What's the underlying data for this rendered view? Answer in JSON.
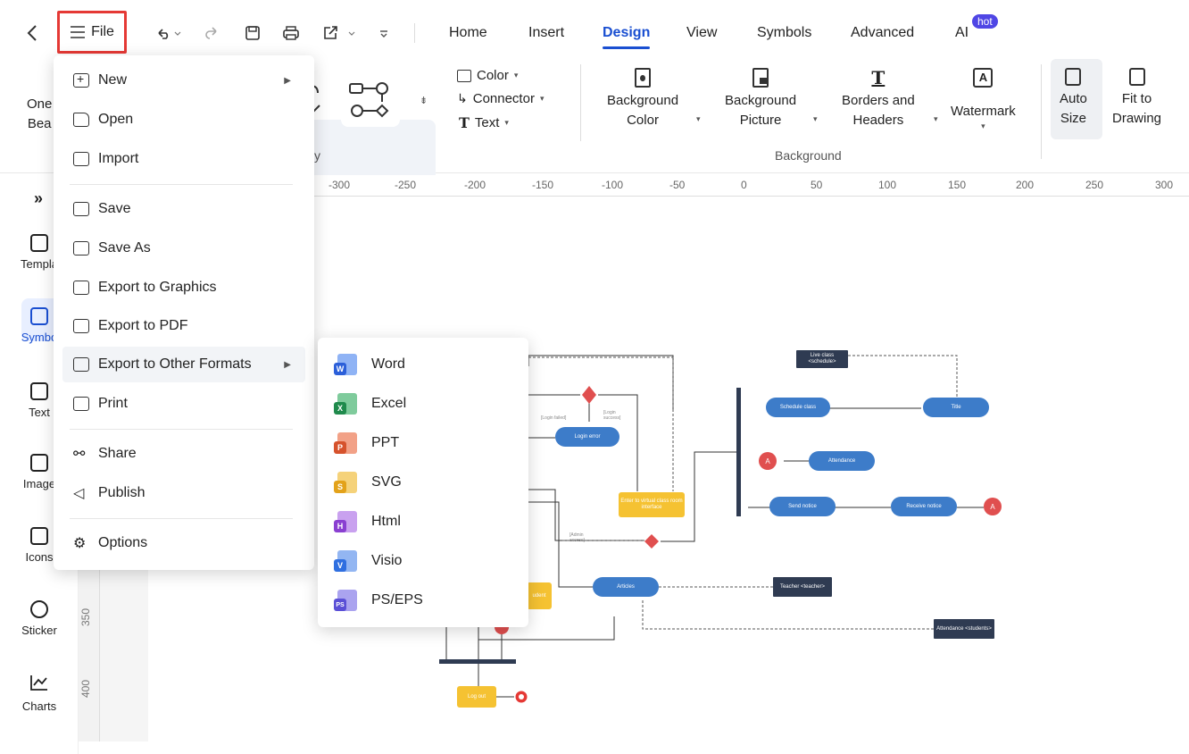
{
  "topbar": {
    "file_label": "File",
    "tabs": [
      "Home",
      "Insert",
      "Design",
      "View",
      "Symbols",
      "Advanced",
      "AI"
    ],
    "active_tab": "Design",
    "hot_badge": "hot"
  },
  "ribbon": {
    "partial_left_label_1": "One",
    "partial_left_label_2": "Bea",
    "color_label": "Color",
    "connector_label": "Connector",
    "text_label": "Text",
    "background_color_1": "Background",
    "background_color_2": "Color",
    "background_picture_1": "Background",
    "background_picture_2": "Picture",
    "borders_headers_1": "Borders and",
    "borders_headers_2": "Headers",
    "watermark": "Watermark",
    "auto_size_1": "Auto",
    "auto_size_2": "Size",
    "fit_drawing_1": "Fit to",
    "fit_drawing_2": "Drawing",
    "group_background": "Background",
    "group_partial": "y"
  },
  "ruler": {
    "ticks": [
      "-300",
      "-250",
      "-200",
      "-150",
      "-100",
      "-50",
      "0",
      "50",
      "100",
      "150",
      "200",
      "250",
      "300"
    ],
    "vertical_ticks": [
      "350",
      "400"
    ]
  },
  "sidebar": {
    "items": [
      {
        "label": "Templa"
      },
      {
        "label": "Symbo"
      },
      {
        "label": "Text"
      },
      {
        "label": "Image"
      },
      {
        "label": "Icons"
      },
      {
        "label": "Sticker"
      },
      {
        "label": "Charts"
      }
    ]
  },
  "file_menu": {
    "items": [
      {
        "label": "New"
      },
      {
        "label": "Open"
      },
      {
        "label": "Import"
      },
      {
        "label": "Save"
      },
      {
        "label": "Save As"
      },
      {
        "label": "Export to Graphics"
      },
      {
        "label": "Export to PDF"
      },
      {
        "label": "Export to Other Formats"
      },
      {
        "label": "Print"
      },
      {
        "label": "Share"
      },
      {
        "label": "Publish"
      },
      {
        "label": "Options"
      }
    ]
  },
  "export_submenu": {
    "items": [
      {
        "label": "Word",
        "badge": "W",
        "color": "#2b5fd9"
      },
      {
        "label": "Excel",
        "badge": "X",
        "color": "#1f8a4c"
      },
      {
        "label": "PPT",
        "badge": "P",
        "color": "#d6522c"
      },
      {
        "label": "SVG",
        "badge": "S",
        "color": "#e3a21a"
      },
      {
        "label": "Html",
        "badge": "H",
        "color": "#8a3fd1"
      },
      {
        "label": "Visio",
        "badge": "V",
        "color": "#2f6fe0"
      },
      {
        "label": "PS/EPS",
        "badge": "PS",
        "color": "#5a4fd6"
      }
    ]
  },
  "diagram": {
    "live_class": "Live class\n<schedule>",
    "login_error": "Login error",
    "login_failed": "[Login failed]",
    "login_success": "[Login success]",
    "schedule_class": "Schedule class",
    "title_node": "Title",
    "attendance": "Attendance",
    "enter_virtual": "Enter to virtual class room interface",
    "send_notice": "Send notice",
    "receive_notice": "Receive notice",
    "articles": "Articles",
    "teacher": "Teacher\n<teacher>",
    "attendance_students": "Attendance\n<students>",
    "logout": "Log out",
    "admin_label": "[Admin access]",
    "connector_a": "A",
    "partial_yellow": "udent"
  },
  "colors": {
    "accent": "#1a4fd1",
    "highlight_border": "#e53935",
    "node_blue": "#3d7cc9",
    "node_yellow": "#f5c232",
    "node_dark": "#2f3b52",
    "node_red": "#e04f4f"
  }
}
